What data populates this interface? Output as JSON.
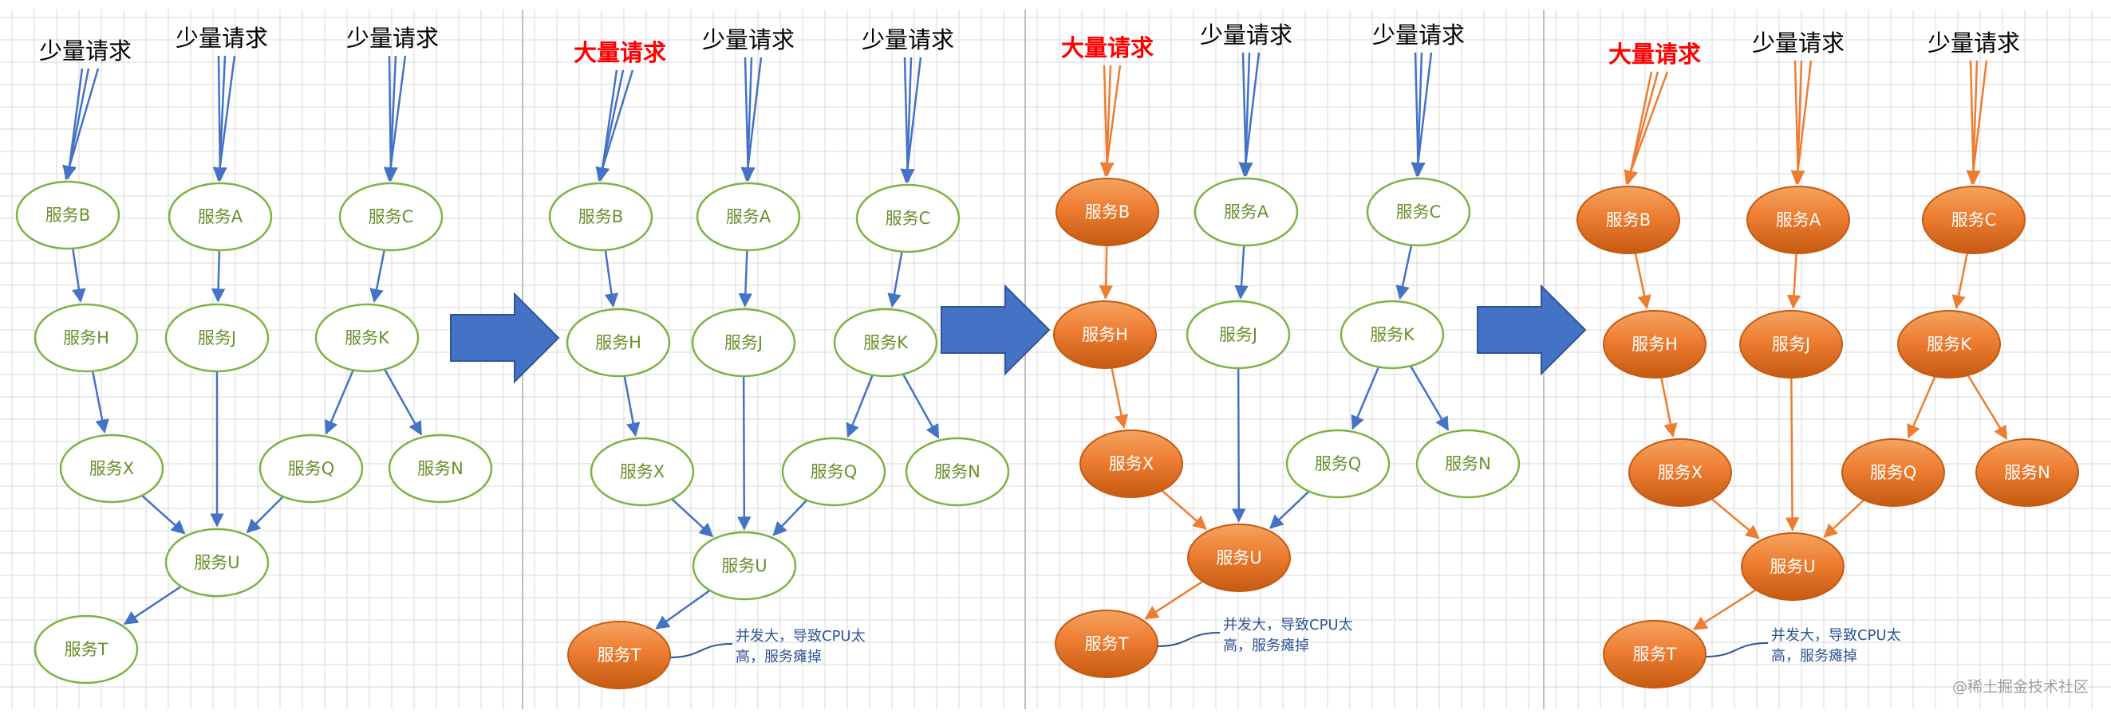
{
  "labels": {
    "light_request": "少量请求",
    "heavy_request": "大量请求",
    "note_line1": "并发大，导致CPU太",
    "note_line2": "高，服务瘫掉",
    "watermark": "@稀土掘金技术社区"
  },
  "services": {
    "A": "服务A",
    "B": "服务B",
    "C": "服务C",
    "H": "服务H",
    "J": "服务J",
    "K": "服务K",
    "X": "服务X",
    "Q": "服务Q",
    "N": "服务N",
    "U": "服务U",
    "T": "服务T"
  },
  "colors": {
    "healthy_stroke": "#7cb342",
    "failed_fill": "#ed7d31",
    "edge_normal": "#4472c4",
    "edge_failed": "#ed7d31",
    "heavy_label": "#ff0000",
    "big_arrow": "#4472c4"
  },
  "panels": [
    {
      "id": "stage-1",
      "requests": [
        {
          "target": "B",
          "heavy": false
        },
        {
          "target": "A",
          "heavy": false
        },
        {
          "target": "C",
          "heavy": false
        }
      ],
      "failed": [],
      "failed_edges": [],
      "note": false
    },
    {
      "id": "stage-2",
      "requests": [
        {
          "target": "B",
          "heavy": true
        },
        {
          "target": "A",
          "heavy": false
        },
        {
          "target": "C",
          "heavy": false
        }
      ],
      "failed": [
        "T"
      ],
      "failed_edges": [],
      "note": true
    },
    {
      "id": "stage-3",
      "requests": [
        {
          "target": "B",
          "heavy": true
        },
        {
          "target": "A",
          "heavy": false
        },
        {
          "target": "C",
          "heavy": false
        }
      ],
      "failed": [
        "B",
        "H",
        "X",
        "U",
        "T"
      ],
      "failed_edges": [
        "req-B",
        "B-H",
        "H-X",
        "X-U",
        "U-T"
      ],
      "note": true
    },
    {
      "id": "stage-4",
      "requests": [
        {
          "target": "B",
          "heavy": true
        },
        {
          "target": "A",
          "heavy": false
        },
        {
          "target": "C",
          "heavy": false
        }
      ],
      "failed": [
        "B",
        "A",
        "C",
        "H",
        "J",
        "K",
        "X",
        "Q",
        "N",
        "U",
        "T"
      ],
      "failed_edges": [
        "req-B",
        "req-A",
        "req-C",
        "B-H",
        "A-J",
        "C-K",
        "H-X",
        "J-U",
        "K-Q",
        "K-N",
        "X-U",
        "Q-U",
        "U-T"
      ],
      "note": true
    }
  ],
  "edges": [
    [
      "B",
      "H"
    ],
    [
      "A",
      "J"
    ],
    [
      "C",
      "K"
    ],
    [
      "H",
      "X"
    ],
    [
      "J",
      "U"
    ],
    [
      "K",
      "Q"
    ],
    [
      "K",
      "N"
    ],
    [
      "X",
      "U"
    ],
    [
      "Q",
      "U"
    ],
    [
      "U",
      "T"
    ]
  ]
}
